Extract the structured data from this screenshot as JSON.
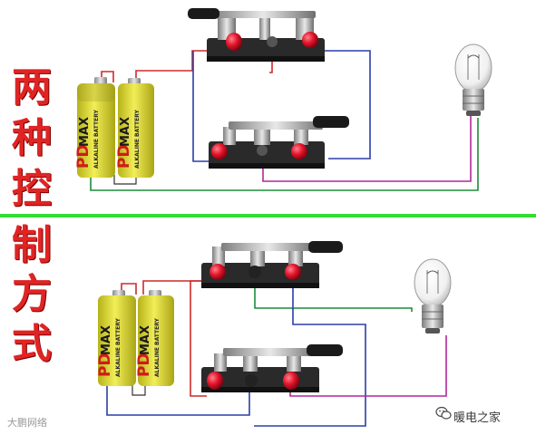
{
  "title": {
    "chars": [
      "两",
      "种",
      "控",
      "制",
      "方",
      "式"
    ]
  },
  "battery": {
    "brand": "PD",
    "model": "MAX",
    "type_text": "ALKALINE BATTERY"
  },
  "watermark": {
    "left": "大鹏网络",
    "right": "暖电之家",
    "right_icon": "wechat-icon"
  },
  "colors": {
    "title_red": "#e02424",
    "divider_green": "#33dd33",
    "wire_blue": "#2b3ea8",
    "wire_red": "#cc2b2b",
    "wire_green": "#1f8a3a",
    "wire_purple": "#b0279a",
    "battery_yellow": "#e8e23c",
    "battery_green": "#2f8f2f",
    "switch_red": "#e4162a",
    "switch_base": "#2a2a2a"
  }
}
